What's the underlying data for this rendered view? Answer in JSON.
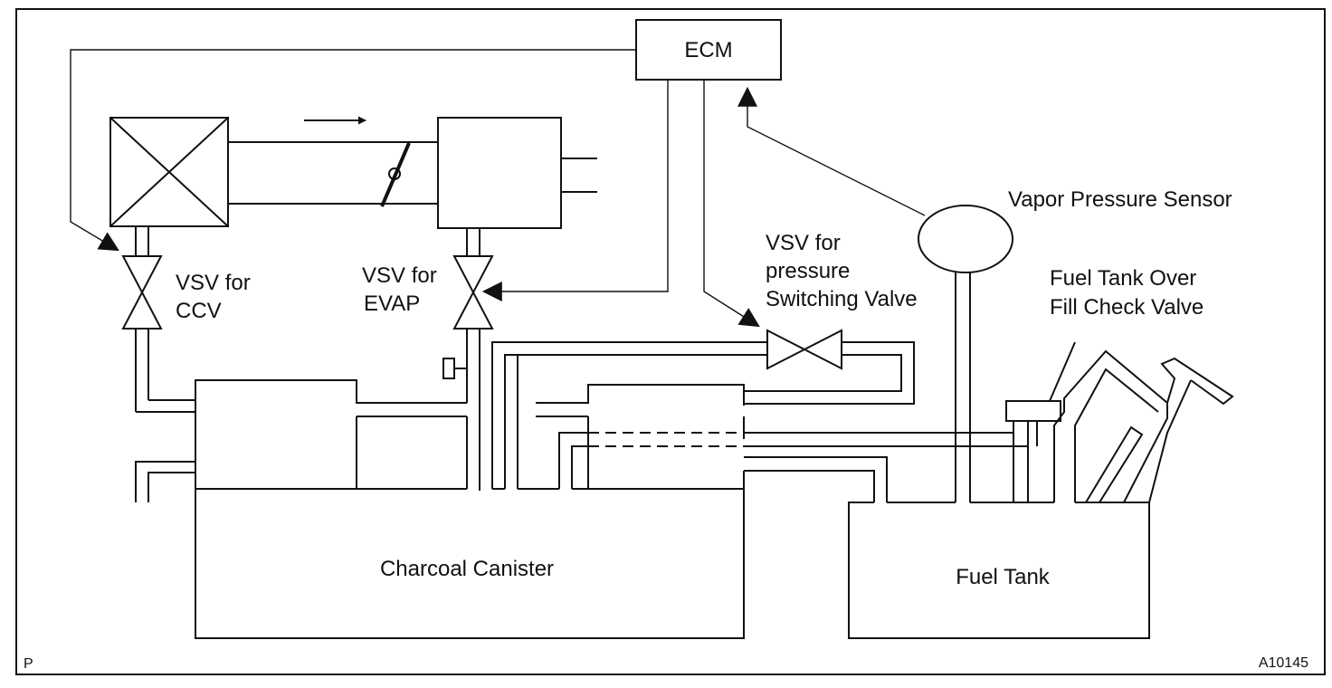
{
  "components": {
    "ecm": "ECM",
    "vapor_pressure_sensor": "Vapor Pressure Sensor",
    "vsv_ccv": [
      "VSV for",
      "CCV"
    ],
    "vsv_evap": [
      "VSV for",
      "EVAP"
    ],
    "vsv_pressure_switching": [
      "VSV for",
      "pressure",
      "Switching Valve"
    ],
    "fill_check_valve": [
      "Fuel Tank Over",
      "Fill Check Valve"
    ],
    "charcoal_canister": "Charcoal Canister",
    "fuel_tank": "Fuel Tank"
  },
  "corner_labels": {
    "left": "P",
    "right": "A10145"
  },
  "colors": {
    "line": "#111111",
    "background": "#ffffff"
  }
}
